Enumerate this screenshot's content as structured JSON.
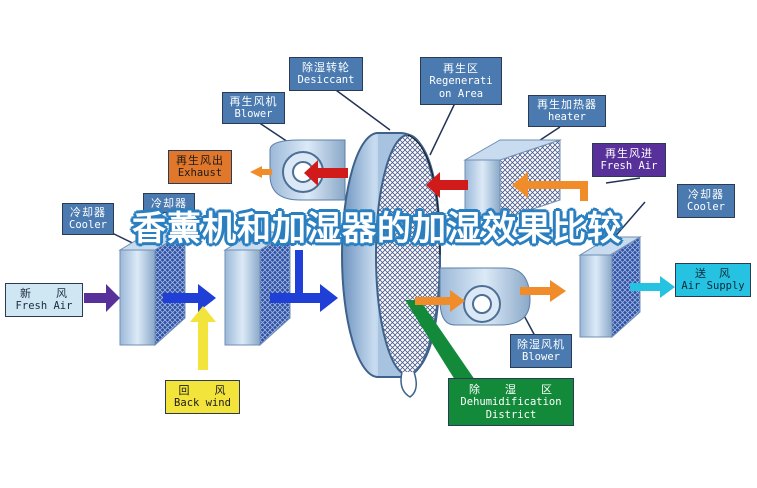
{
  "labels": {
    "desiccant_zh": "除湿转轮",
    "desiccant_en": "Desiccant",
    "regen_area_zh": "再生区",
    "regen_area_en1": "Regenerati",
    "regen_area_en2": "on Area",
    "regen_blower_zh": "再生风机",
    "regen_blower_en": "Blower",
    "regen_heater_zh": "再生加热器",
    "regen_heater_en": "heater",
    "regen_exhaust_zh": "再生风出",
    "regen_exhaust_en": "Exhaust",
    "regen_fresh_zh": "再生风进",
    "regen_fresh_en": "Fresh Air",
    "cooler_left_zh": "冷却器",
    "cooler_left_en": "Cooler",
    "cooler_mid_zh": "冷却器",
    "cooler_right_zh": "冷却器",
    "cooler_right_en": "Cooler",
    "fresh_air_zh": "新　　风",
    "fresh_air_en": "Fresh Air",
    "back_wind_zh": "回　　风",
    "back_wind_en": "Back wind",
    "air_supply_zh": "送　风",
    "air_supply_en": "Air Supply",
    "dehum_blower_zh": "除湿风机",
    "dehum_blower_en": "Blower",
    "dehum_district_zh": "除　　湿　　区",
    "dehum_district_en1": "Dehumidification",
    "dehum_district_en2": "District"
  },
  "title": "香薰机和加湿器的加湿效果比较",
  "colors": {
    "label_blue": "#4a7ab0",
    "exhaust_orange": "#e0772b",
    "fresh_purple": "#57309a",
    "district_green": "#128a3a",
    "back_yellow": "#f2e43a",
    "supply_cyan": "#26c2e2",
    "flow_blue": "#1f3fd6",
    "flow_red": "#d11a1a",
    "flow_orange": "#f08c2a",
    "title_stroke": "#2a7fc0"
  },
  "icons": [
    "desiccant-wheel-icon",
    "blower-fan-icon",
    "heater-coil-icon",
    "cooler-coil-icon",
    "flow-arrow-icon"
  ]
}
